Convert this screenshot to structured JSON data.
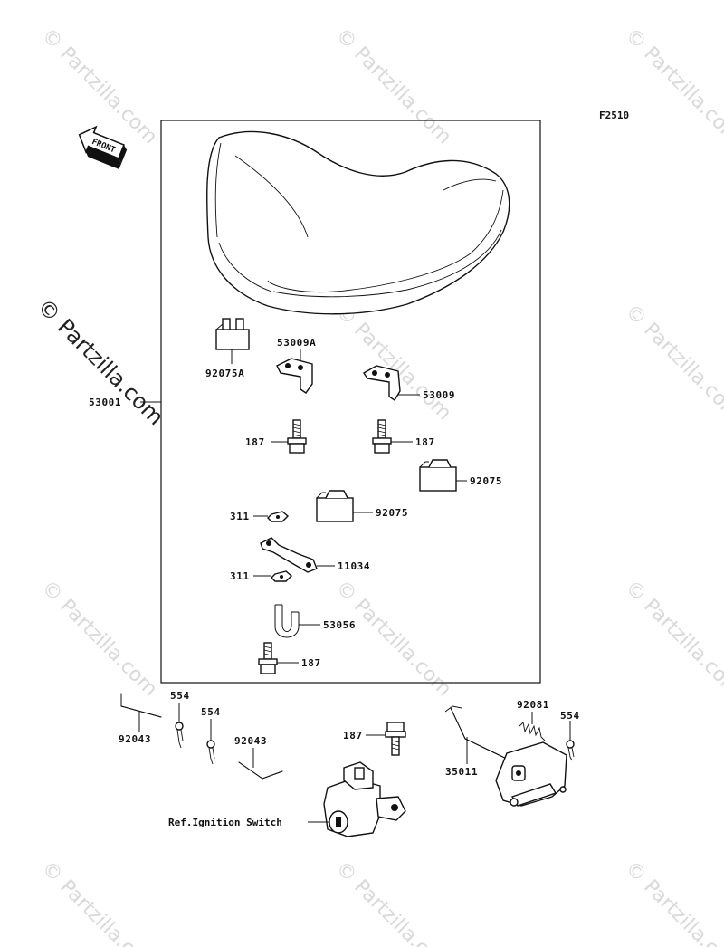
{
  "figure_code": "F2510",
  "front_label": "FRONT",
  "watermark": "© Partzilla.com",
  "labels": {
    "p53001": "53001",
    "p92075a": "92075A",
    "p53009a": "53009A",
    "p53009": "53009",
    "p187_a": "187",
    "p187_b": "187",
    "p92075_a": "92075",
    "p92075_b": "92075",
    "p311_a": "311",
    "p11034": "11034",
    "p311_b": "311",
    "p53056": "53056",
    "p187_c": "187",
    "p554_a": "554",
    "p92043_a": "92043",
    "p554_b": "554",
    "p92043_b": "92043",
    "p187_d": "187",
    "p92081": "92081",
    "p554_c": "554",
    "p35011": "35011",
    "ignition_ref": "Ref.Ignition Switch"
  }
}
